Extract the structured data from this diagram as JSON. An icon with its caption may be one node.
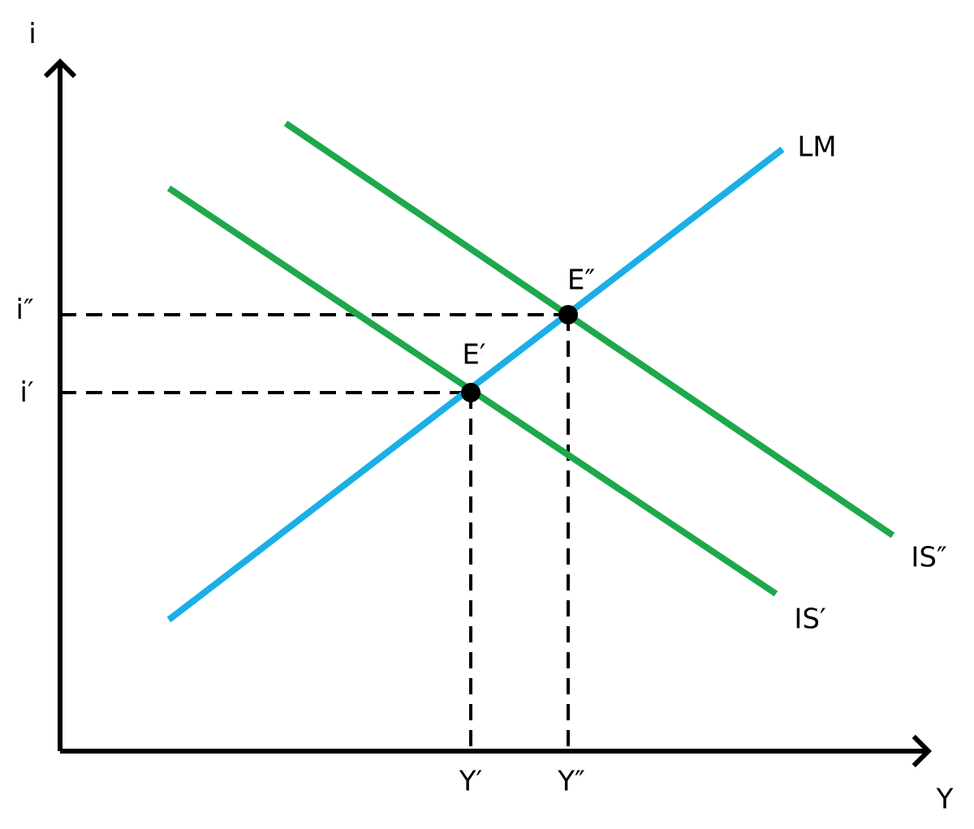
{
  "diagram": {
    "labels": [
      "i",
      "LM",
      "E″",
      "i″",
      "E′",
      "i′",
      "IS″",
      "IS′",
      "Y′",
      "Y″",
      "Y"
    ]
  }
}
